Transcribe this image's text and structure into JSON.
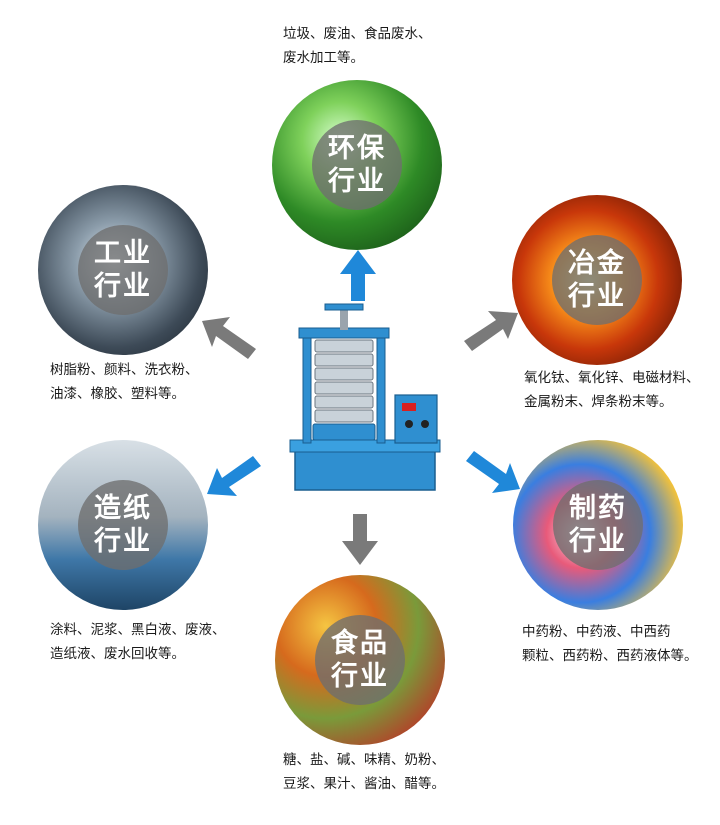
{
  "industries": {
    "environment": {
      "title_line1": "环保",
      "title_line2": "行业",
      "desc_line1": "垃圾、废油、食品废水、",
      "desc_line2": "废水加工等。"
    },
    "industrial": {
      "title_line1": "工业",
      "title_line2": "行业",
      "desc_line1": "树脂粉、颜料、洗衣粉、",
      "desc_line2": "油漆、橡胶、塑料等。"
    },
    "metallurgy": {
      "title_line1": "冶金",
      "title_line2": "行业",
      "desc_line1": "氧化钛、氧化锌、电磁材料、",
      "desc_line2": "金属粉末、焊条粉末等。"
    },
    "paper": {
      "title_line1": "造纸",
      "title_line2": "行业",
      "desc_line1": "涂料、泥浆、黑白液、废液、",
      "desc_line2": "造纸液、废水回收等。"
    },
    "pharma": {
      "title_line1": "制药",
      "title_line2": "行业",
      "desc_line1": "中药粉、中药液、中西药",
      "desc_line2": "颗粒、西药粉、西药液体等。"
    },
    "food": {
      "title_line1": "食品",
      "title_line2": "行业",
      "desc_line1": "糖、盐、碱、味精、奶粉、",
      "desc_line2": "豆浆、果汁、酱油、醋等。"
    }
  },
  "colors": {
    "arrow_blue": "#1f88d9",
    "arrow_gray": "#7a7a7a",
    "machine_blue": "#2f8fd0"
  }
}
